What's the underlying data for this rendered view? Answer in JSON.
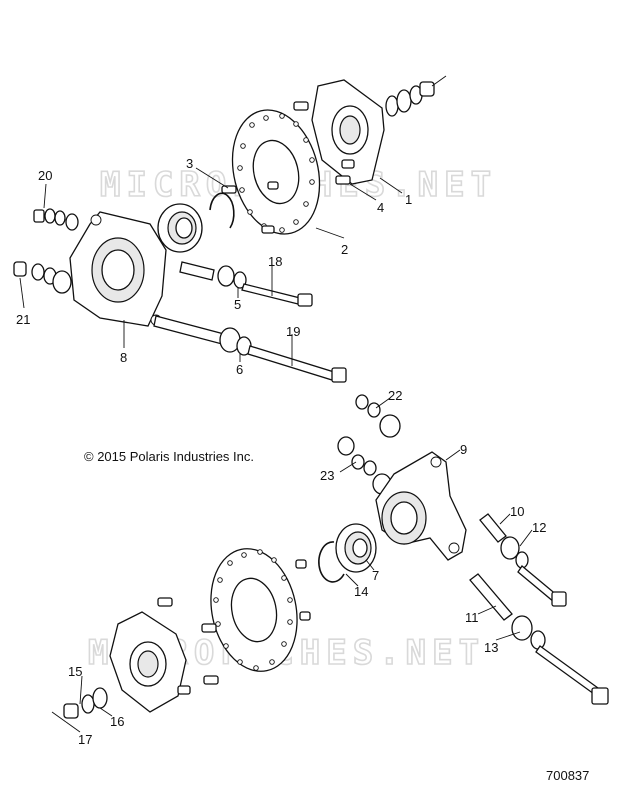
{
  "watermark": "MICROFICHES.NET",
  "copyright": "© 2015 Polaris Industries Inc.",
  "diagram_id": "700837",
  "callouts": [
    "1",
    "2",
    "3",
    "4",
    "5",
    "6",
    "7",
    "8",
    "9",
    "10",
    "11",
    "12",
    "13",
    "14",
    "15",
    "16",
    "17",
    "18",
    "19",
    "20",
    "21",
    "22",
    "23"
  ]
}
